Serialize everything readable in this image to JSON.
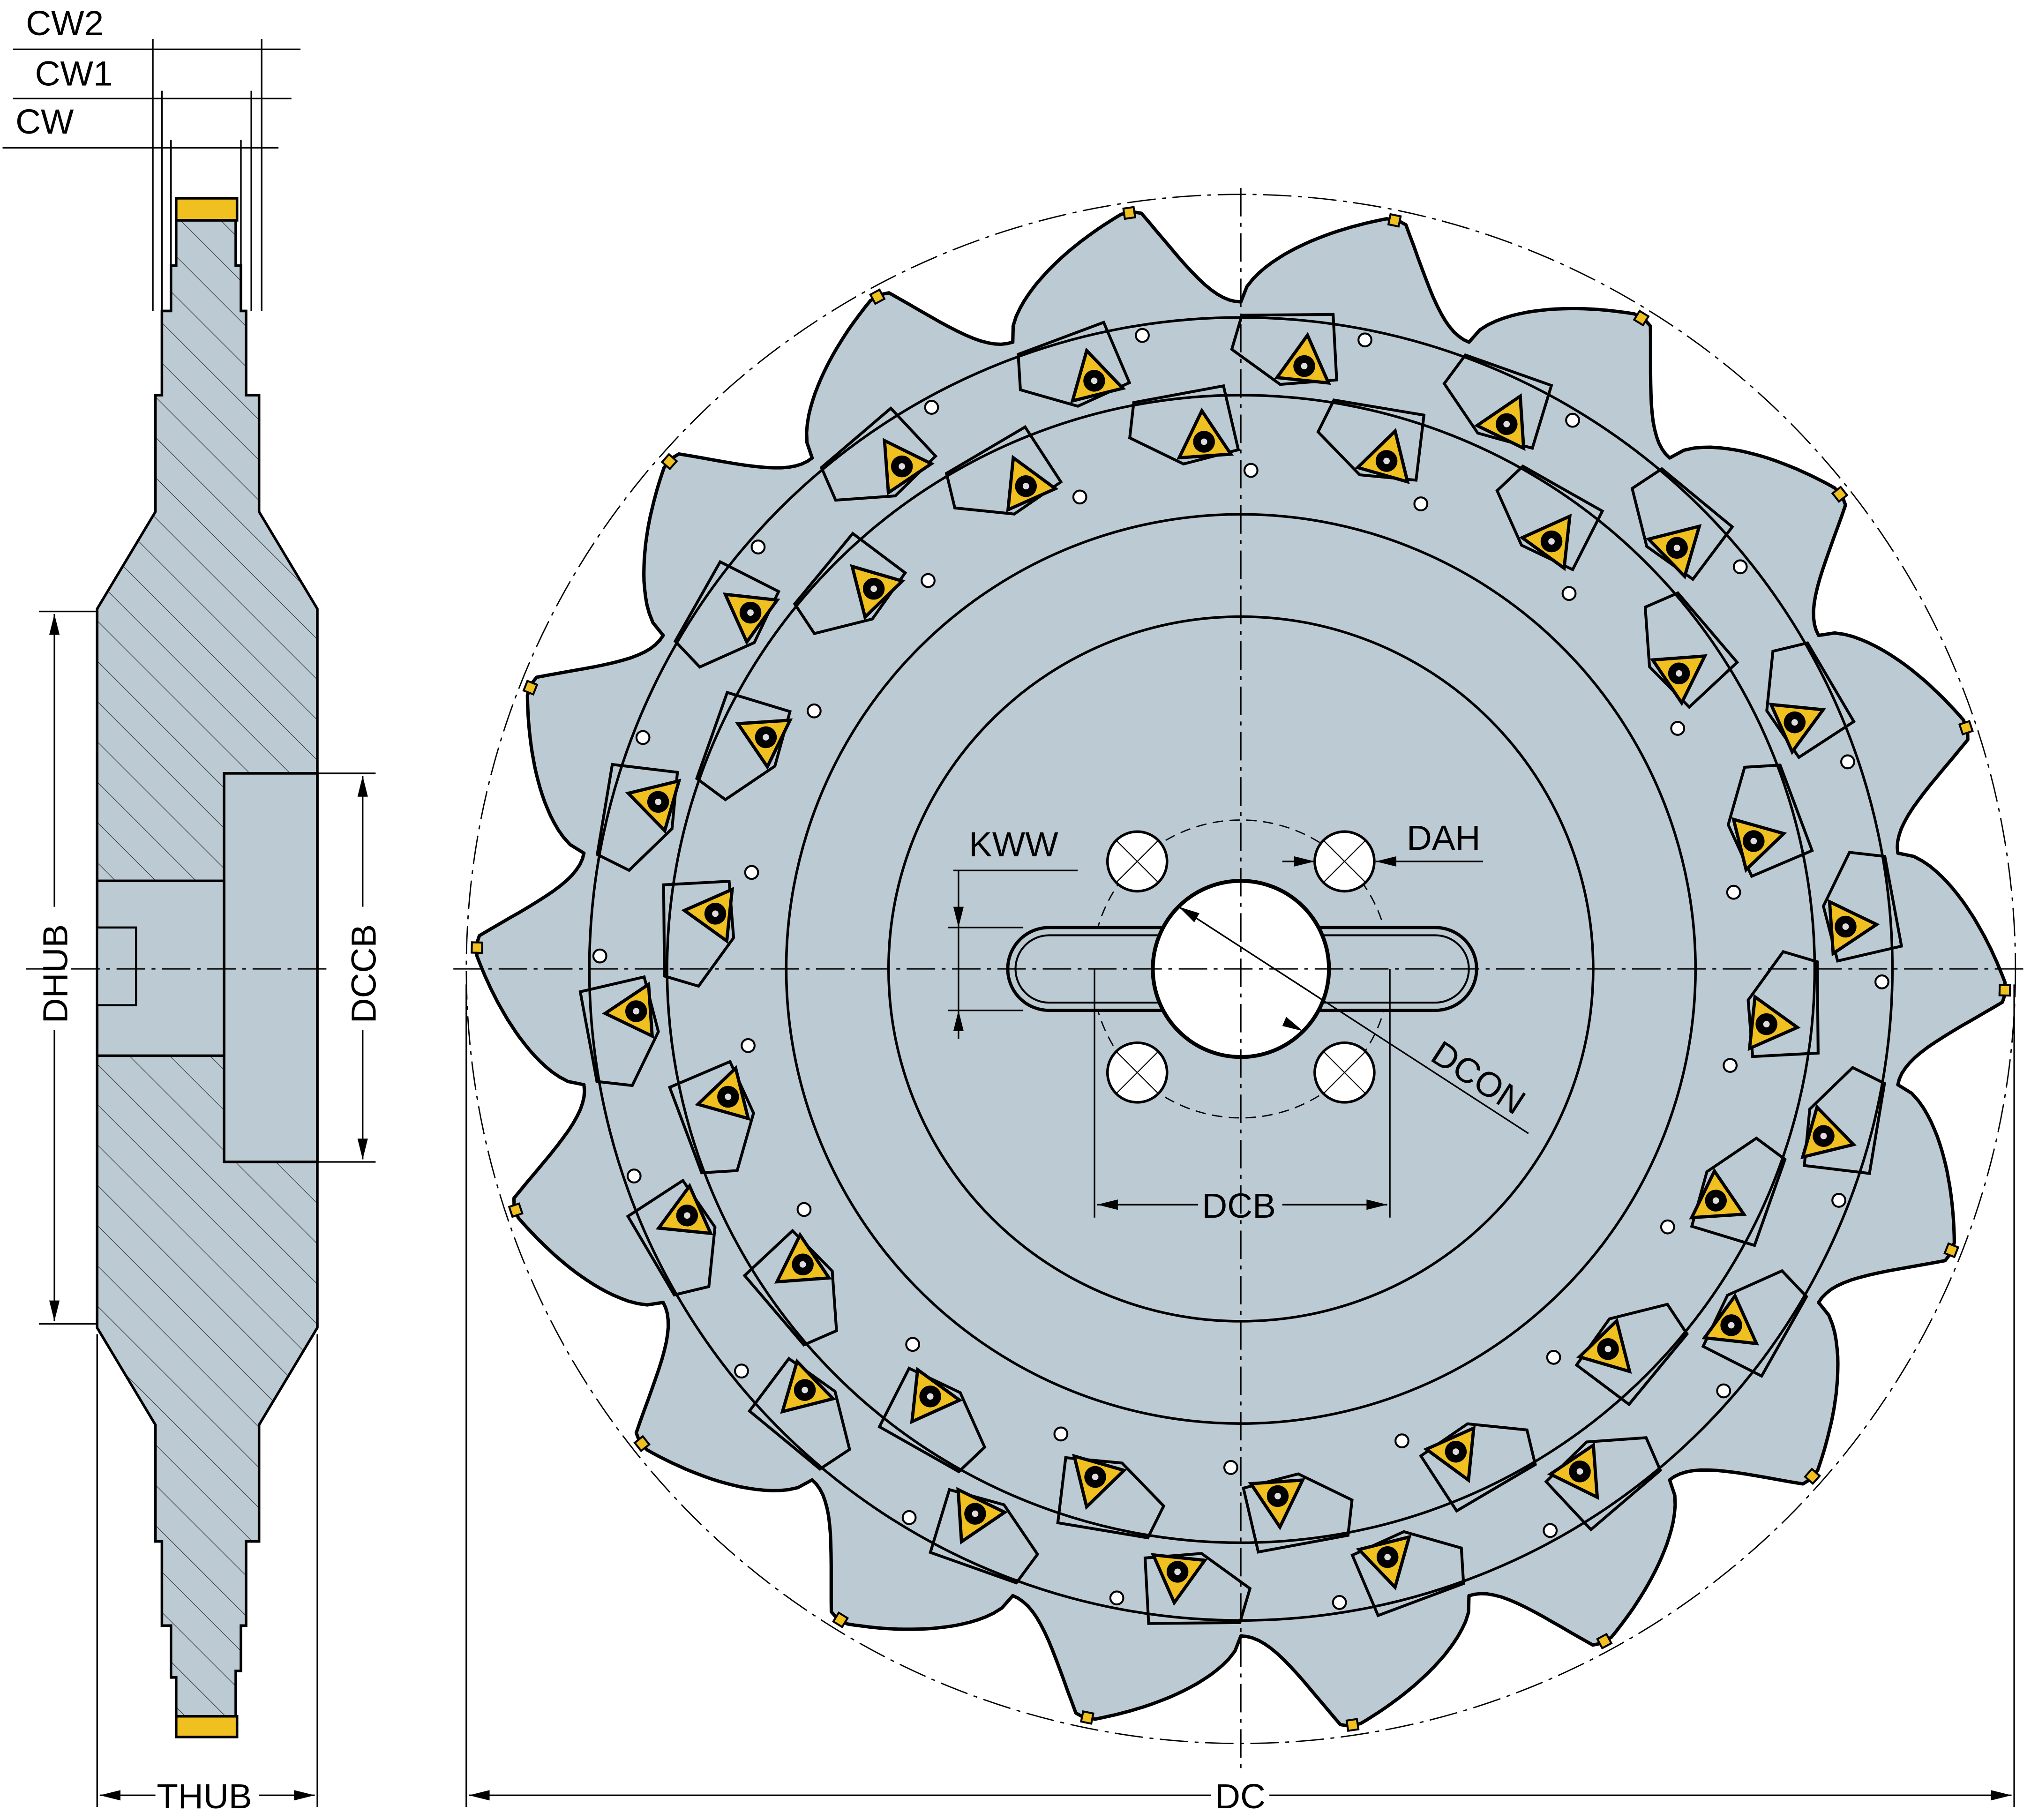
{
  "title": "Disc milling cutter dimension drawing",
  "labels": {
    "cw2": "CW2",
    "cw1": "CW1",
    "cw": "CW",
    "dhub": "DHUB",
    "dccb": "DCCB",
    "thub": "THUB",
    "kww": "KWW",
    "dah": "DAH",
    "dcon": "DCON",
    "dcb": "DCB",
    "dc": "DC"
  },
  "colors": {
    "body": "#bccad3",
    "insert": "#f0c020",
    "line": "#000000"
  },
  "teeth_count": 18
}
